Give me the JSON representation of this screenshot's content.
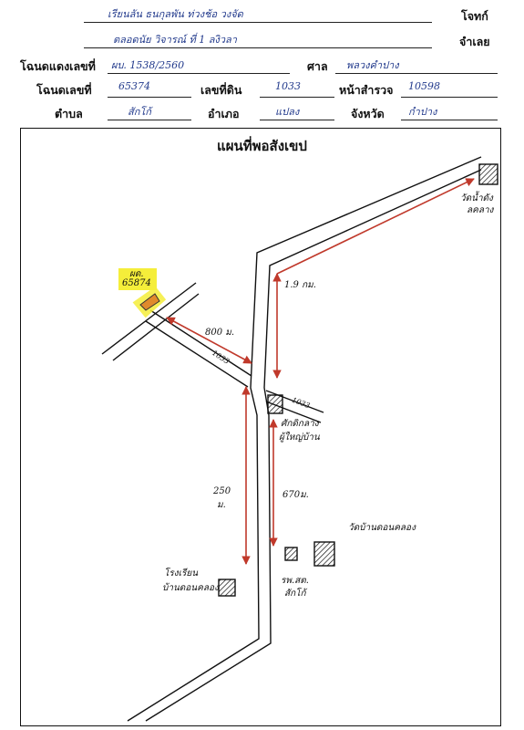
{
  "header": {
    "line1": {
      "value": "เรียนลัน ธนกุลพัน ท่วงช้อ วงจัด",
      "label": "โจทก์"
    },
    "line2": {
      "value": "ตลอดนัย วิจารณ์ ที่ 1 ลงิวลา",
      "label": "จำเลย"
    },
    "deed_number": {
      "label": "โฉนดแดงเลขที่",
      "value": "ผบ. 1538/2560"
    },
    "court": {
      "label": "ศาล",
      "value": "พลวงคำปาง"
    },
    "title_deed": {
      "label": "โฉนดเลขที่",
      "value": "65374"
    },
    "land_no": {
      "label": "เลขที่ดิน",
      "value": "1033"
    },
    "survey_page": {
      "label": "หน้าสำรวจ",
      "value": "10598"
    },
    "subdistrict": {
      "label": "ตำบล",
      "value": "สักโก้"
    },
    "district": {
      "label": "อำเภอ",
      "value": "แปลง"
    },
    "province": {
      "label": "จังหวัด",
      "value": "กำปาง"
    }
  },
  "map": {
    "title": "แผนที่พอสังเขป",
    "plot_tag_line1": "ผด.",
    "plot_tag_line2": "65874",
    "dist_800": "800 ม.",
    "dist_1_9": "1.9 กม.",
    "dist_250": "250",
    "dist_250_unit": "ม.",
    "dist_670": "670ม.",
    "road_label_1": "1033",
    "road_label_2": "1033",
    "temple_top_right": "วัดน้ำดัง",
    "temple_top_right_2": "ลคลาง",
    "junction_label": "ศักดิกลาง",
    "junction_label_2": "ผู้ใหญ่บ้าน",
    "temple_bottom": "วัดบ้านดอนคลอง",
    "school_label": "โรงเรียน",
    "school_label_2": "บ้านดอนคลอง",
    "health_label": "รพ.สต.",
    "health_label_2": "สักโก้"
  },
  "colors": {
    "ink": "#223a8c",
    "arrow": "#c0392b",
    "highlight": "#f5ee3a",
    "plot": "#e08a2c"
  }
}
